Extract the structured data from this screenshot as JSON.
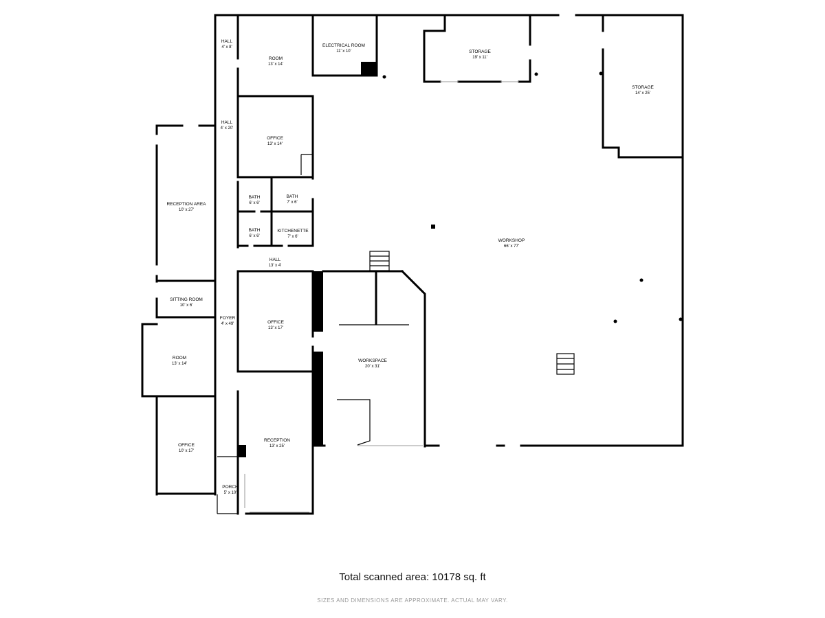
{
  "rooms": {
    "hall_top": {
      "name": "HALL",
      "dim": "4' x 8'"
    },
    "room_top": {
      "name": "ROOM",
      "dim": "13' x 14'"
    },
    "electrical": {
      "name": "ELECTRICAL ROOM",
      "dim": "11' x 10'"
    },
    "storage_mid": {
      "name": "STORAGE",
      "dim": "19' x 11'"
    },
    "storage_right": {
      "name": "STORAGE",
      "dim": "14' x 25'"
    },
    "hall_mid": {
      "name": "HALL",
      "dim": "4' x 20'"
    },
    "office_top": {
      "name": "OFFICE",
      "dim": "13' x 14'"
    },
    "reception_area": {
      "name": "RECEPTION AREA",
      "dim": "10' x 27'"
    },
    "bath1": {
      "name": "BATH",
      "dim": "6' x 6'"
    },
    "bath2": {
      "name": "BATH",
      "dim": "7' x 6'"
    },
    "bath3": {
      "name": "BATH",
      "dim": "6' x 6'"
    },
    "kitchenette": {
      "name": "KITCHENETTE",
      "dim": "7' x 6'"
    },
    "workshop": {
      "name": "WORKSHOP",
      "dim": "66' x 77'"
    },
    "hall_low": {
      "name": "HALL",
      "dim": "13' x 4'"
    },
    "sitting_room": {
      "name": "SITTING ROOM",
      "dim": "10' x 6'"
    },
    "foyer": {
      "name": "FOYER",
      "dim": "4' x 49'"
    },
    "office_mid": {
      "name": "OFFICE",
      "dim": "13' x 17'"
    },
    "room_low": {
      "name": "ROOM",
      "dim": "13' x 14'"
    },
    "workspace": {
      "name": "WORKSPACE",
      "dim": "20' x 31'"
    },
    "office_low": {
      "name": "OFFICE",
      "dim": "10' x 17'"
    },
    "reception": {
      "name": "RECEPTION",
      "dim": "13' x 25'"
    },
    "porch": {
      "name": "PORCH",
      "dim": "5' x 10'"
    }
  },
  "footer": {
    "total": "Total scanned area: 10178 sq. ft",
    "disclaimer": "SIZES AND DIMENSIONS ARE APPROXIMATE. ACTUAL MAY VARY."
  }
}
